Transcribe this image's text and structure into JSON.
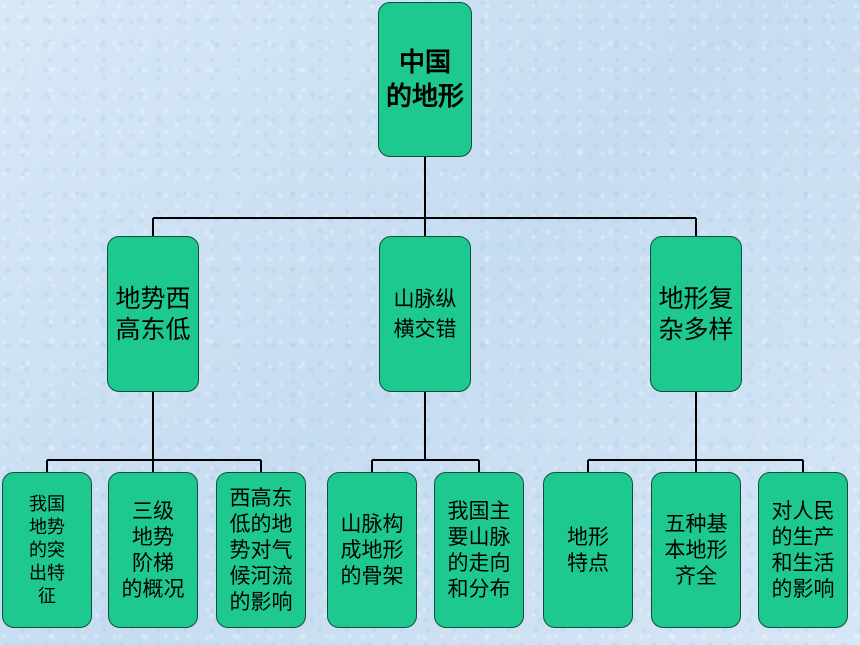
{
  "diagram": {
    "root": "中国\n的地形",
    "branches": [
      {
        "label": "地势西\n高东低",
        "children": [
          "我国\n地势\n的突\n出特\n征",
          "三级\n地势\n阶梯\n的概况",
          "西高东\n低的地\n势对气\n候河流\n的影响"
        ]
      },
      {
        "label": "山脉纵\n横交错",
        "children": [
          "山脉构\n成地形\n的骨架",
          "我国主\n要山脉\n的走向\n和分布"
        ]
      },
      {
        "label": "地形复\n杂多样",
        "children": [
          "地形\n特点",
          "五种基\n本地形\n齐全",
          "对人民\n的生产\n和生活\n的影响"
        ]
      }
    ]
  },
  "colors": {
    "node_fill": "#1ec98f",
    "node_border": "#0f4f3a",
    "connector": "#000000"
  }
}
